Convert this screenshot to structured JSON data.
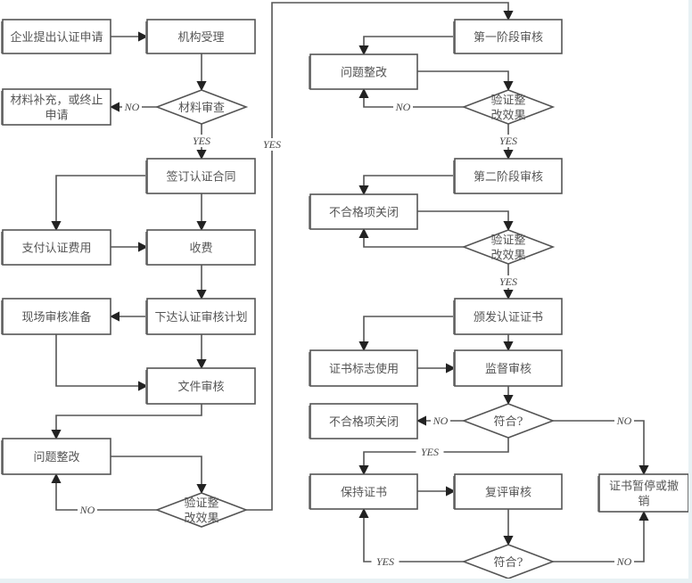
{
  "diagram": {
    "type": "flowchart",
    "language": "zh-CN",
    "colors": {
      "stroke": "#555555",
      "text": "#555555",
      "background": "#ffffff",
      "frame": "#e8f1f4"
    },
    "nodes": {
      "n1": {
        "kind": "process",
        "text": [
          "企业提出认证申请"
        ]
      },
      "n2": {
        "kind": "process",
        "text": [
          "机构受理"
        ]
      },
      "n3": {
        "kind": "decision",
        "text": [
          "材料审查"
        ]
      },
      "n4": {
        "kind": "process",
        "text": [
          "材料补充，或终止",
          "申请"
        ]
      },
      "n5": {
        "kind": "process",
        "text": [
          "签订认证合同"
        ]
      },
      "n6": {
        "kind": "process",
        "text": [
          "支付认证费用"
        ]
      },
      "n7": {
        "kind": "process",
        "text": [
          "收费"
        ]
      },
      "n8": {
        "kind": "process",
        "text": [
          "下达认证审核计划"
        ]
      },
      "n9": {
        "kind": "process",
        "text": [
          "现场审核准备"
        ]
      },
      "n10": {
        "kind": "process",
        "text": [
          "文件审核"
        ]
      },
      "n11": {
        "kind": "process",
        "text": [
          "问题整改"
        ]
      },
      "n12": {
        "kind": "decision",
        "text": [
          "验证整",
          "改效果"
        ]
      },
      "n13": {
        "kind": "process",
        "text": [
          "第一阶段审核"
        ]
      },
      "n14": {
        "kind": "process",
        "text": [
          "问题整改"
        ]
      },
      "n15": {
        "kind": "decision",
        "text": [
          "验证整",
          "改效果"
        ]
      },
      "n16": {
        "kind": "process",
        "text": [
          "第二阶段审核"
        ]
      },
      "n17": {
        "kind": "process",
        "text": [
          "不合格项关闭"
        ]
      },
      "n18": {
        "kind": "decision",
        "text": [
          "验证整",
          "改效果"
        ]
      },
      "n19": {
        "kind": "process",
        "text": [
          "颁发认证证书"
        ]
      },
      "n20": {
        "kind": "process",
        "text": [
          "证书标志使用"
        ]
      },
      "n21": {
        "kind": "process",
        "text": [
          "监督审核"
        ]
      },
      "n22": {
        "kind": "decision",
        "text": [
          "符合?"
        ]
      },
      "n23": {
        "kind": "process",
        "text": [
          "不合格项关闭"
        ]
      },
      "n24": {
        "kind": "process",
        "text": [
          "保持证书"
        ]
      },
      "n25": {
        "kind": "process",
        "text": [
          "复评审核"
        ]
      },
      "n26": {
        "kind": "process",
        "text": [
          "证书暂停或撤",
          "销"
        ]
      },
      "n27": {
        "kind": "decision",
        "text": [
          "符合?"
        ]
      }
    },
    "edges": [
      {
        "from": "n1",
        "to": "n2"
      },
      {
        "from": "n2",
        "to": "n3"
      },
      {
        "from": "n3",
        "to": "n4",
        "label": "NO"
      },
      {
        "from": "n3",
        "to": "n5",
        "label": "YES"
      },
      {
        "from": "n5",
        "to": "n6"
      },
      {
        "from": "n5",
        "to": "n7"
      },
      {
        "from": "n6",
        "to": "n7"
      },
      {
        "from": "n7",
        "to": "n8"
      },
      {
        "from": "n8",
        "to": "n9"
      },
      {
        "from": "n8",
        "to": "n10"
      },
      {
        "from": "n9",
        "to": "n10"
      },
      {
        "from": "n10",
        "to": "n11"
      },
      {
        "from": "n11",
        "to": "n12"
      },
      {
        "from": "n12",
        "to": "n11",
        "label": "NO"
      },
      {
        "from": "n12",
        "to": "n13",
        "label": "YES"
      },
      {
        "from": "n13",
        "to": "n14"
      },
      {
        "from": "n14",
        "to": "n15"
      },
      {
        "from": "n15",
        "to": "n14",
        "label": "NO"
      },
      {
        "from": "n15",
        "to": "n16",
        "label": "YES"
      },
      {
        "from": "n16",
        "to": "n17"
      },
      {
        "from": "n17",
        "to": "n18"
      },
      {
        "from": "n18",
        "to": "n17"
      },
      {
        "from": "n18",
        "to": "n19",
        "label": "YES"
      },
      {
        "from": "n19",
        "to": "n20"
      },
      {
        "from": "n19",
        "to": "n21"
      },
      {
        "from": "n20",
        "to": "n21"
      },
      {
        "from": "n21",
        "to": "n22"
      },
      {
        "from": "n22",
        "to": "n23",
        "label": "NO"
      },
      {
        "from": "n22",
        "to": "n26",
        "label": "NO"
      },
      {
        "from": "n22",
        "to": "n24",
        "label": "YES"
      },
      {
        "from": "n24",
        "to": "n25"
      },
      {
        "from": "n25",
        "to": "n27"
      },
      {
        "from": "n27",
        "to": "n24",
        "label": "YES"
      },
      {
        "from": "n27",
        "to": "n26",
        "label": "NO"
      }
    ]
  }
}
